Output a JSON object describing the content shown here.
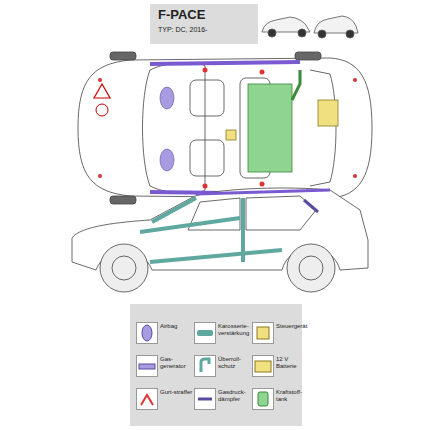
{
  "diagram": {
    "title": "F-PACE",
    "labels": [
      "TYP: DC, 2016-"
    ],
    "legend": [
      {
        "text": "Airbag"
      },
      {
        "text": "Gas-generator"
      },
      {
        "text": "Gurt-straffer"
      },
      {
        "text": "Karosserie-verstärkung"
      },
      {
        "text": "Überroll-schutz"
      },
      {
        "text": "Gasdruck-dämpfer"
      },
      {
        "text": "Steuergerät"
      },
      {
        "text": "12 V Batterie"
      },
      {
        "text": "Kraftstoff-tank"
      }
    ]
  }
}
